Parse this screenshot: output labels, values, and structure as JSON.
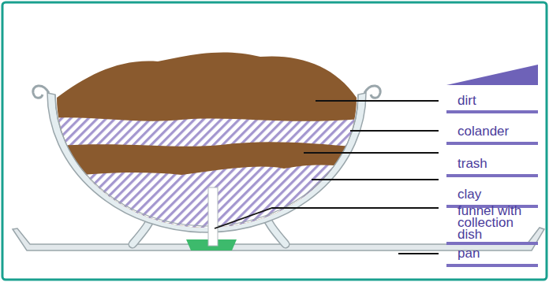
{
  "diagram": {
    "labels": [
      "dirt",
      "colander",
      "trash",
      "clay",
      "funnel with collection dish",
      "pan"
    ]
  }
}
